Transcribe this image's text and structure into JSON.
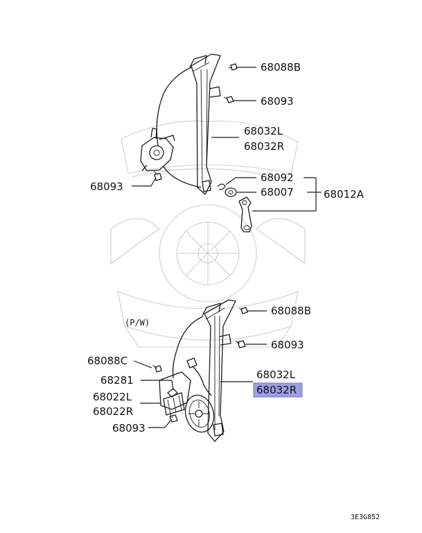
{
  "diagram": {
    "labels": {
      "upper_68088b": "68088B",
      "upper_68093_right": "68093",
      "upper_68032l": "68032L",
      "upper_68032r": "68032R",
      "upper_68092": "68092",
      "upper_68007": "68007",
      "upper_68012a": "68012A",
      "upper_68093_left": "68093",
      "pw_note": "(P/W)",
      "lower_68088b": "68088B",
      "lower_68093_right": "68093",
      "lower_68088c": "68088C",
      "lower_68281": "68281",
      "lower_68022l": "68022L",
      "lower_68022r": "68022R",
      "lower_68093_left": "68093",
      "lower_68032l": "68032L",
      "lower_68032r_selected": "68032R"
    },
    "highlight_color": "#9aa0e6",
    "reference_code": "3E3G852"
  }
}
